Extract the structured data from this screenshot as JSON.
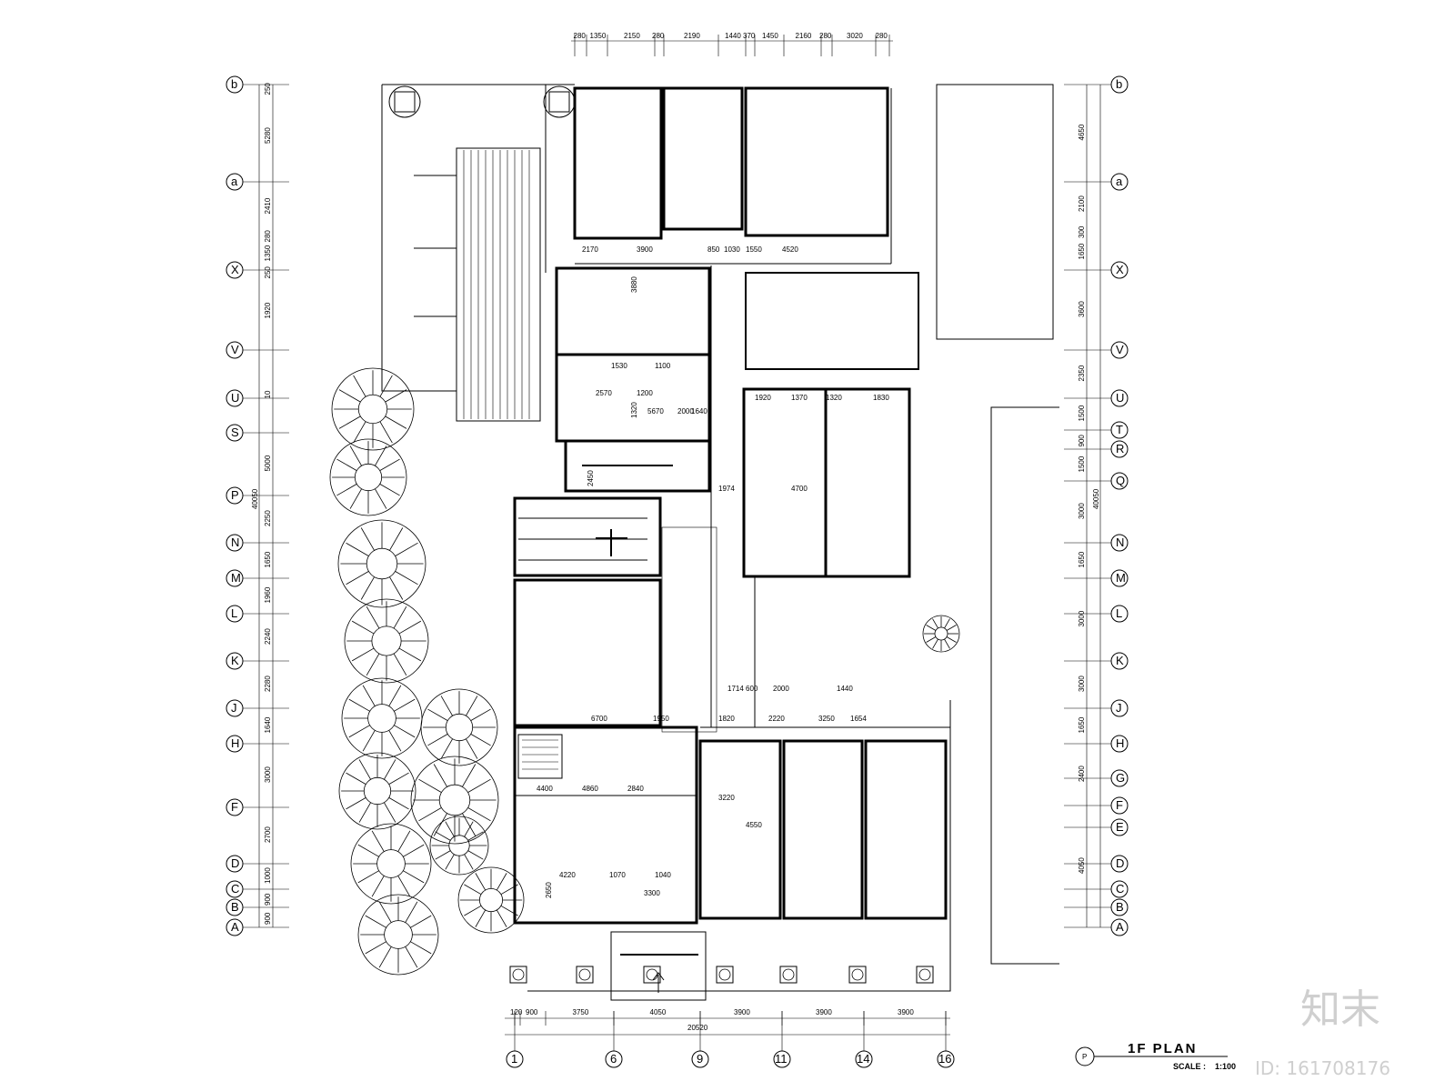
{
  "title_block": {
    "symbol": "P",
    "title": "1F  PLAN",
    "scale_label": "SCALE :",
    "scale_value": "1:100"
  },
  "watermark": {
    "brand": "知末",
    "id_text": "ID: 161708176"
  },
  "grids_left": [
    "b",
    "a",
    "X",
    "V",
    "U",
    "S",
    "P",
    "N",
    "M",
    "L",
    "K",
    "J",
    "H",
    "F",
    "D",
    "C",
    "B",
    "A"
  ],
  "grids_right": [
    "b",
    "a",
    "X",
    "V",
    "U",
    "T",
    "R",
    "Q",
    "N",
    "M",
    "L",
    "K",
    "J",
    "H",
    "G",
    "F",
    "E",
    "D",
    "C",
    "B",
    "A"
  ],
  "grids_bottom": [
    "1",
    "6",
    "9",
    "11",
    "14",
    "16"
  ],
  "dims_top": [
    "280",
    "1350",
    "2150",
    "280",
    "2190",
    "1440",
    "370",
    "1450",
    "2160",
    "280",
    "3020",
    "280"
  ],
  "dims_bottom": [
    "120",
    "900",
    "3750",
    "4050",
    "3900",
    "3900",
    "3900"
  ],
  "dim_bottom_total": "20520",
  "dims_left": [
    "250",
    "5280",
    "2410",
    "280",
    "1350",
    "250",
    "1920",
    "10",
    "5000",
    "2250",
    "1650",
    "1960",
    "2240",
    "2280",
    "1640",
    "3000",
    "2700",
    "1000",
    "900",
    "900"
  ],
  "dim_left_total": "40050",
  "dims_right": [
    "4650",
    "2100",
    "300",
    "1650",
    "3600",
    "2350",
    "1500",
    "900",
    "1500",
    "3000",
    "1650",
    "3000",
    "3000",
    "1650",
    "2400",
    "4050"
  ],
  "dim_right_total": "40050",
  "interior_dims": [
    "2170",
    "3900",
    "850",
    "1030",
    "1550",
    "4520",
    "3880",
    "1530",
    "1100",
    "2570",
    "1200",
    "5670",
    "2000",
    "1640",
    "1320",
    "2450",
    "1920",
    "1370",
    "1320",
    "1830",
    "6700",
    "1950",
    "1974",
    "4700",
    "1820",
    "2220",
    "3250",
    "1654",
    "4400",
    "4860",
    "2840",
    "3300",
    "1714",
    "600",
    "2000",
    "1440",
    "4550",
    "2650",
    "3220",
    "4220",
    "1070",
    "1040"
  ],
  "colors": {
    "line": "#000000",
    "background": "#ffffff",
    "watermark": "#cfcfcf"
  }
}
